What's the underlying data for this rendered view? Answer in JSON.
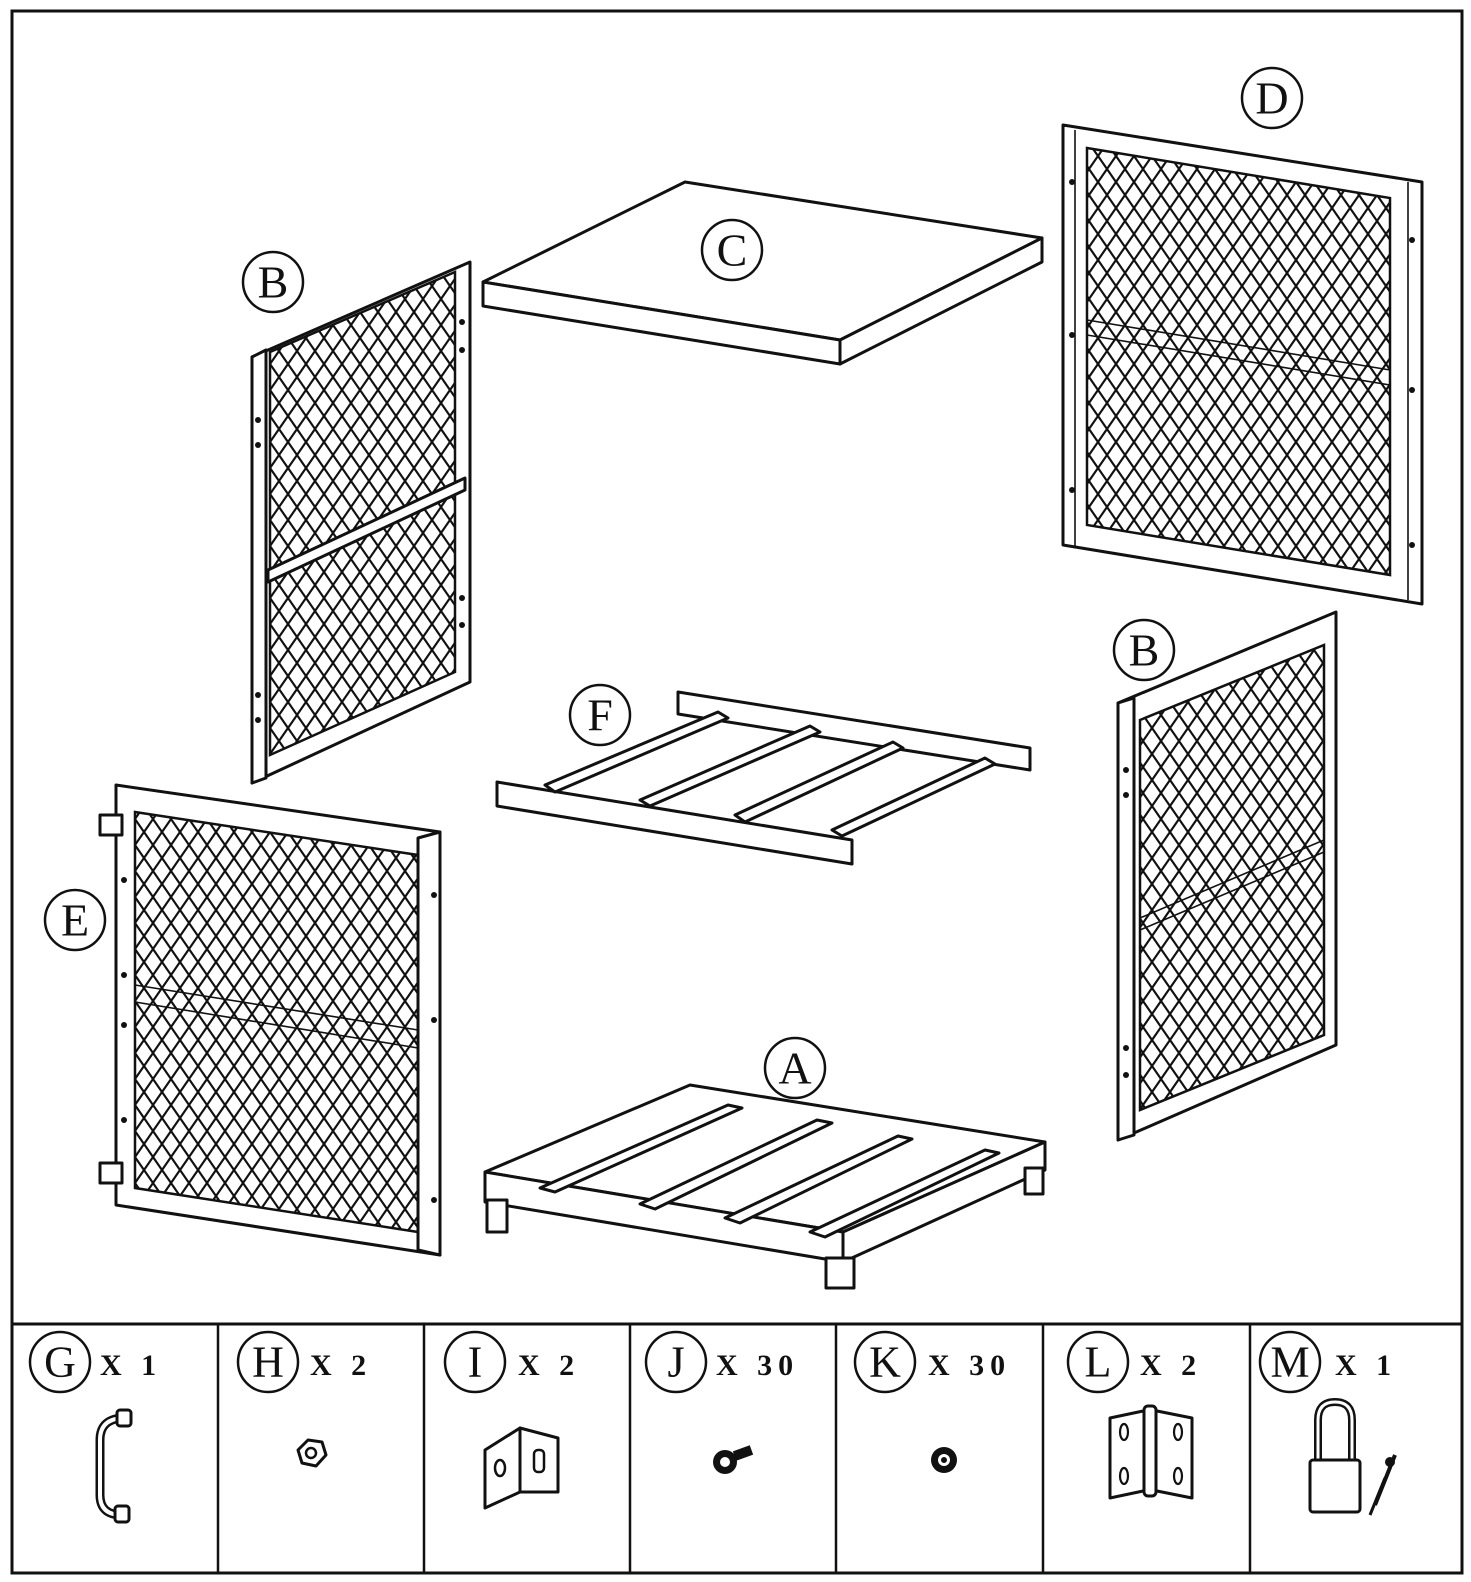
{
  "parts": [
    {
      "id": "part-a",
      "letter": "A"
    },
    {
      "id": "part-b-left",
      "letter": "B"
    },
    {
      "id": "part-b-right",
      "letter": "B"
    },
    {
      "id": "part-c",
      "letter": "C"
    },
    {
      "id": "part-d",
      "letter": "D"
    },
    {
      "id": "part-e",
      "letter": "E"
    },
    {
      "id": "part-f",
      "letter": "F"
    }
  ],
  "hardware": [
    {
      "letter": "G",
      "qty": "X 1",
      "icon": "handle-icon"
    },
    {
      "letter": "H",
      "qty": "X 2",
      "icon": "nut-icon"
    },
    {
      "letter": "I",
      "qty": "X 2",
      "icon": "angle-bracket-icon"
    },
    {
      "letter": "J",
      "qty": "X 30",
      "icon": "bolt-icon"
    },
    {
      "letter": "K",
      "qty": "X 30",
      "icon": "lock-nut-icon"
    },
    {
      "letter": "L",
      "qty": "X 2",
      "icon": "hinge-icon"
    },
    {
      "letter": "M",
      "qty": "X 1",
      "icon": "padlock-icon"
    }
  ]
}
